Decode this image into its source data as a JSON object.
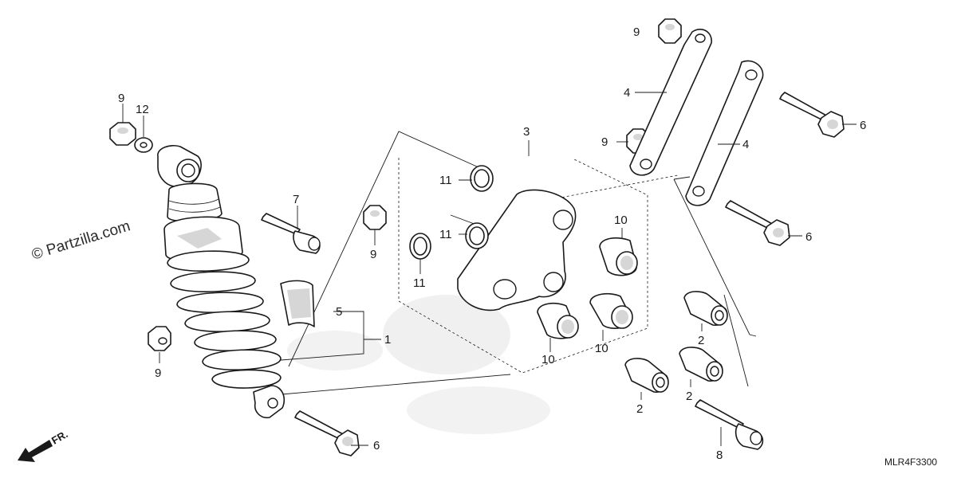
{
  "watermark": "© Partzilla.com",
  "diagram_code": "MLR4F3300",
  "direction_label": "FR.",
  "callouts": {
    "c9a": "9",
    "c12": "12",
    "c7": "7",
    "c9b": "9",
    "c9c": "9",
    "c5": "5",
    "c1": "1",
    "c6a": "6",
    "c3": "3",
    "c11a": "11",
    "c11b": "11",
    "c11c": "11",
    "c10a": "10",
    "c10b": "10",
    "c10c": "10",
    "c9d": "9",
    "c4a": "4",
    "c9e": "9",
    "c4b": "4",
    "c6b": "6",
    "c6c": "6",
    "c2a": "2",
    "c2b": "2",
    "c2c": "2",
    "c8": "8"
  },
  "colors": {
    "line": "#1a1a1a",
    "shade": "#d6d6d6",
    "paper": "#ffffff"
  }
}
